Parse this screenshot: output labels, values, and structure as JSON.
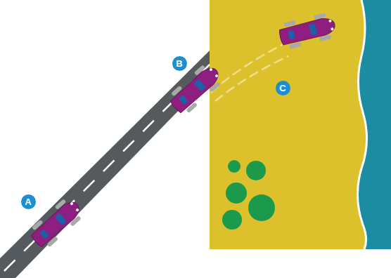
{
  "diagram": {
    "nodes": [
      {
        "text": [
          "A"
        ]
      },
      {
        "text": [
          "B"
        ]
      },
      {
        "text": [
          "C"
        ]
      }
    ]
  }
}
